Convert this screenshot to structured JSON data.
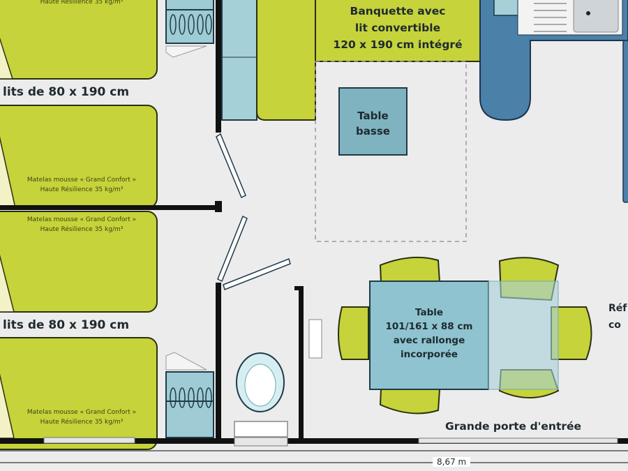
{
  "bedrooms": {
    "top_mattress_partial": "Haute Résilience 35 kg/m³",
    "bed_size_label_1": "lits de 80 x 190 cm",
    "bed_size_label_2": "lits de 80 x 190 cm",
    "mattress_line1": "Matelas mousse « Grand Confort »",
    "mattress_line2": "Haute Résilience 35 kg/m³"
  },
  "living": {
    "banquette_line1": "Banquette avec",
    "banquette_line2": "lit convertible",
    "banquette_line3": "120 x 190 cm intégré",
    "coffee_table_line1": "Table",
    "coffee_table_line2": "basse",
    "dining_table_line1": "Table",
    "dining_table_line2": "101/161 x 88 cm",
    "dining_table_line3": "avec rallonge",
    "dining_table_line4": "incorporée",
    "entrance_label": "Grande porte d'entrée",
    "fridge_partial_line1": "Réf",
    "fridge_partial_line2": "co"
  },
  "dimension": {
    "width_label": "8,67 m"
  },
  "colors": {
    "bed": "#c6d33a",
    "cabinet": "#9ecbd4",
    "kitchen": "#4b80a8",
    "wall": "#111111",
    "floor": "#ececec"
  }
}
